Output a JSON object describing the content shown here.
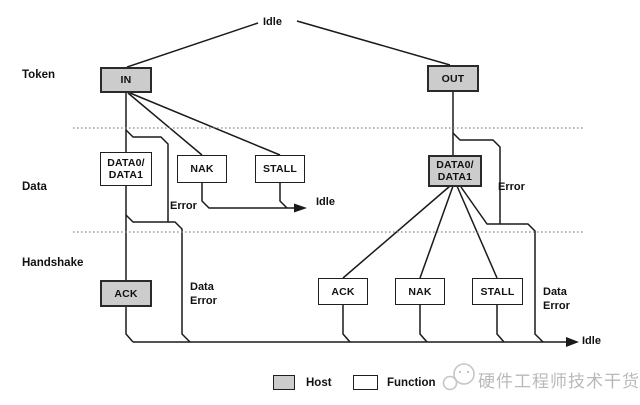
{
  "colors": {
    "host_fill": "#cccccc",
    "function_fill": "#ffffff",
    "line": "#1a1a1a",
    "separator": "#808080",
    "watermark": "#b9b9b9"
  },
  "diagram": {
    "top_idle": "Idle",
    "phases": {
      "token": "Token",
      "data": "Data",
      "handshake": "Handshake"
    },
    "boxes": {
      "in": "IN",
      "out": "OUT",
      "data01_left": "DATA0/\nDATA1",
      "nak_left": "NAK",
      "stall_left": "STALL",
      "data01_right": "DATA0/\nDATA1",
      "ack_left": "ACK",
      "ack_right": "ACK",
      "nak_right": "NAK",
      "stall_right": "STALL"
    },
    "labels": {
      "error_left": "Error",
      "error_right": "Error",
      "idle_mid": "Idle",
      "idle_bottom": "Idle",
      "data_error_left": "Data\nError",
      "data_error_right": "Data\nError"
    }
  },
  "legend": {
    "host": "Host",
    "function": "Function"
  },
  "watermark": {
    "text": "硬件工程师技术干货"
  }
}
